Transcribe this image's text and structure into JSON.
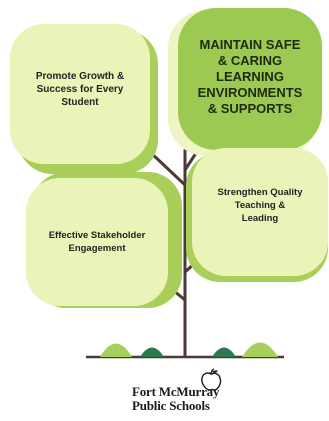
{
  "diagram": {
    "leaves": [
      {
        "id": "growth",
        "text": "Promote Growth &\nSuccess for Every\nStudent"
      },
      {
        "id": "safe",
        "text": "MAINTAIN SAFE\n& CARING\nLEARNING\nENVIRONMENTS\n& SUPPORTS"
      },
      {
        "id": "stakeholder",
        "text": "Effective Stakeholder\nEngagement"
      },
      {
        "id": "teaching",
        "text": "Strengthen Quality\nTeaching &\nLeading"
      }
    ],
    "colors": {
      "leaf_light": "#eaf3b8",
      "leaf_green": "#9cc951",
      "leaf_shadow": "#a9cf5a",
      "trunk": "#4a3a35",
      "grass_light": "#a6cf5c",
      "grass_dark": "#2e7a4e"
    }
  },
  "logo": {
    "line1": "Fort McMurray",
    "line2": "Public Schools",
    "icon": "apple-icon"
  }
}
